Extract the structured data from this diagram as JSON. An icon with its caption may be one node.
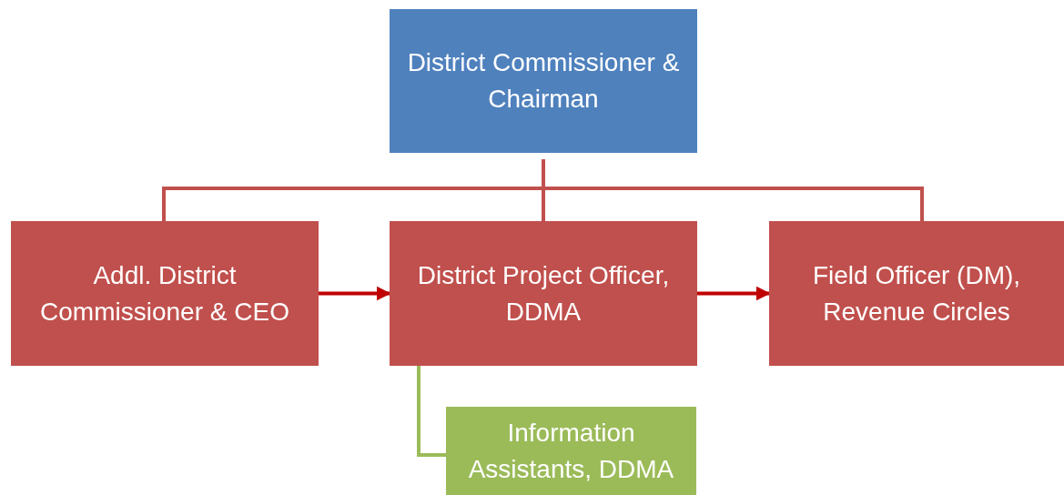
{
  "diagram": {
    "nodes": [
      {
        "text": [
          "District Commissioner & Chairman"
        ]
      },
      {
        "text": [
          "Addl. District Commissioner & CEO"
        ]
      },
      {
        "text": [
          "District Project Officer, DDMA"
        ]
      },
      {
        "text": [
          "Field Officer (DM), Revenue Circles"
        ]
      },
      {
        "text": [
          "Information Assistants, DDMA"
        ]
      }
    ],
    "edges": [
      {
        "from": 0,
        "to": 1,
        "arrow": "none"
      },
      {
        "from": 0,
        "to": 2,
        "arrow": "none"
      },
      {
        "from": 0,
        "to": 3,
        "arrow": "none"
      },
      {
        "from": 1,
        "to": 2,
        "arrow": "to",
        "color": "#c00000"
      },
      {
        "from": 2,
        "to": 3,
        "arrow": "to",
        "color": "#c00000"
      },
      {
        "from": 2,
        "to": 4,
        "arrow": "none",
        "color": "#9bbb59"
      }
    ]
  }
}
